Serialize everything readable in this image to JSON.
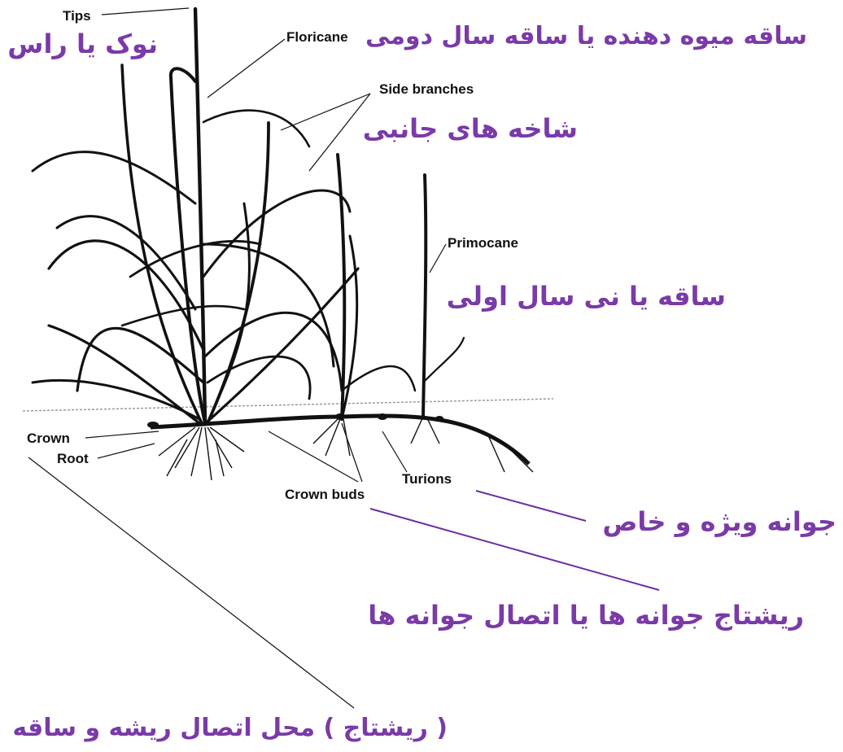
{
  "colors": {
    "ink": "#111111",
    "persian_text": "#7a3aa8",
    "callout_line": "#6a2fa0"
  },
  "labels_en": {
    "tips": "Tips",
    "floricane": "Floricane",
    "side_branches": "Side branches",
    "primocane": "Primocane",
    "crown": "Crown",
    "root": "Root",
    "crown_buds": "Crown buds",
    "turions": "Turions"
  },
  "labels_fa": {
    "tips": "نوک یا راس",
    "floricane": "ساقه میوه دهنده یا ساقه سال دومی",
    "side_branches": "شاخه های جانبی",
    "primocane": "ساقه یا نی سال اولی",
    "turions": "جوانه  ویژه و خاص",
    "crown_buds": "ریشتاج جوانه  ها یا اتصال جوانه ها",
    "crown": "( ریشتاج ) محل اتصال ریشه و ساقه"
  }
}
